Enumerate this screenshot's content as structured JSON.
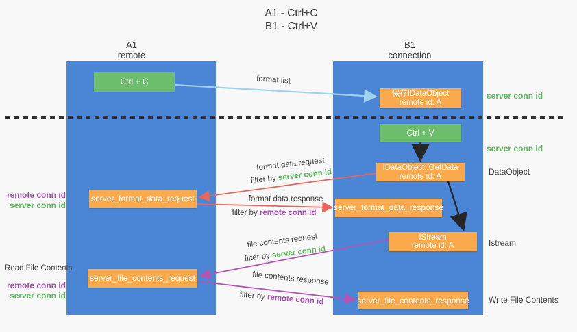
{
  "title": {
    "line1": "A1 - Ctrl+C",
    "line2": "B1 - Ctrl+V"
  },
  "lanes": {
    "left": {
      "title": "A1",
      "subtitle": "remote"
    },
    "right": {
      "title": "B1",
      "subtitle": "connection"
    }
  },
  "nodes": {
    "ctrl_c": {
      "label": "Ctrl + C"
    },
    "ctrl_v": {
      "label": "Ctrl + V"
    },
    "save_idataobject": {
      "line1": "保存IDataObject",
      "line2": "remote id: A"
    },
    "getdata": {
      "line1": "IDataObject::GetData",
      "line2": "remote id: A"
    },
    "istream": {
      "line1": "IStream",
      "line2": "remote id: A"
    },
    "server_format_data_request": {
      "label": "server_format_data_request"
    },
    "server_format_data_response": {
      "label": "server_format_data_response"
    },
    "server_file_contents_request": {
      "label": "server_file_contents_request"
    },
    "server_file_contents_response": {
      "label": "server_file_contents_response"
    }
  },
  "edge_labels": {
    "format_list": "format list",
    "format_data_request": "format data request",
    "format_data_response": "format data response",
    "file_contents_request": "file contents request",
    "file_contents_response": "file contents response",
    "filter_by": "filter by",
    "server_conn_id": "server conn id",
    "remote_conn_id": "remote conn id"
  },
  "side_labels": {
    "server_conn_id_1": "server conn id",
    "server_conn_id_2": "server conn id",
    "dataobject": "DataObject",
    "istream": "Istream",
    "write_file_contents": "Write File Contents",
    "read_file_contents": "Read File Contents",
    "remote_conn_id_1": "remote conn id",
    "server_conn_id_3": "server conn id",
    "remote_conn_id_2": "remote conn id",
    "server_conn_id_4": "server conn id"
  },
  "colors": {
    "lane_blue": "#4a85d6",
    "box_green": "#6cbe6d",
    "box_orange": "#faaa4c",
    "arrow_blue": "#9fd2ee",
    "arrow_red": "#e8665c",
    "arrow_purple": "#b455b5",
    "arrow_black": "#262626",
    "text_green": "#5dba5d",
    "text_purple": "#a64fb3"
  }
}
